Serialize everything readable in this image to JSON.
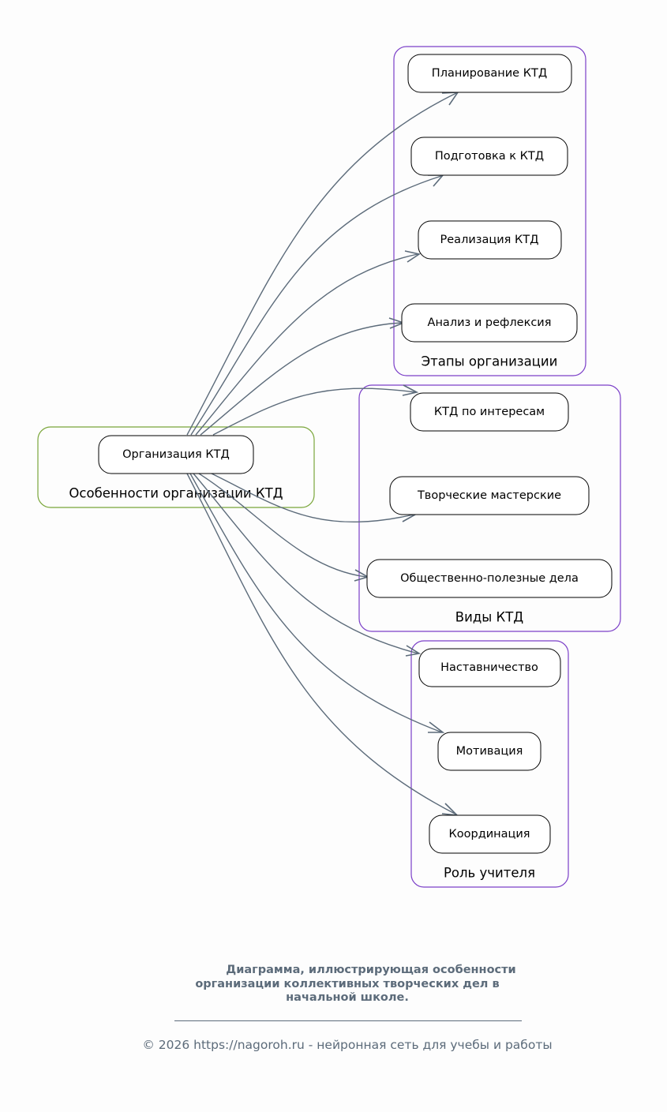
{
  "diagram": {
    "colors": {
      "background": "#fdfdfd",
      "edge": "#5c6b7a",
      "cluster_root": "#7aa63a",
      "cluster_group": "#7b3fc8",
      "node_border": "#000000",
      "caption": "#5c6b7a"
    },
    "root_cluster": {
      "label": "Особенности организации КТД",
      "node": {
        "id": "root",
        "label": "Организация КТД"
      }
    },
    "clusters": [
      {
        "id": "stages",
        "label": "Этапы организации",
        "nodes": [
          {
            "id": "plan",
            "label": "Планирование КТД"
          },
          {
            "id": "prep",
            "label": "Подготовка к КТД"
          },
          {
            "id": "real",
            "label": "Реализация КТД"
          },
          {
            "id": "anal",
            "label": "Анализ и рефлексия"
          }
        ]
      },
      {
        "id": "types",
        "label": "Виды КТД",
        "nodes": [
          {
            "id": "interest",
            "label": "КТД по интересам"
          },
          {
            "id": "workshops",
            "label": "Творческие мастерские"
          },
          {
            "id": "social",
            "label": "Общественно-полезные дела"
          }
        ]
      },
      {
        "id": "teacher",
        "label": "Роль учителя",
        "nodes": [
          {
            "id": "mentor",
            "label": "Наставничество"
          },
          {
            "id": "motiv",
            "label": "Мотивация"
          },
          {
            "id": "coord",
            "label": "Координация"
          }
        ]
      }
    ],
    "edges": [
      {
        "from": "root",
        "to": "plan"
      },
      {
        "from": "root",
        "to": "prep"
      },
      {
        "from": "root",
        "to": "real"
      },
      {
        "from": "root",
        "to": "anal"
      },
      {
        "from": "root",
        "to": "interest"
      },
      {
        "from": "root",
        "to": "workshops"
      },
      {
        "from": "root",
        "to": "social"
      },
      {
        "from": "root",
        "to": "mentor"
      },
      {
        "from": "root",
        "to": "motiv"
      },
      {
        "from": "root",
        "to": "coord"
      }
    ]
  },
  "caption": {
    "title_lines": [
      "Диаграмма, иллюстрирующая особенности",
      "организации коллективных творческих дел в",
      "начальной школе."
    ],
    "copyright": "© 2026 https://nagoroh.ru - нейронная сеть для учебы и работы"
  }
}
